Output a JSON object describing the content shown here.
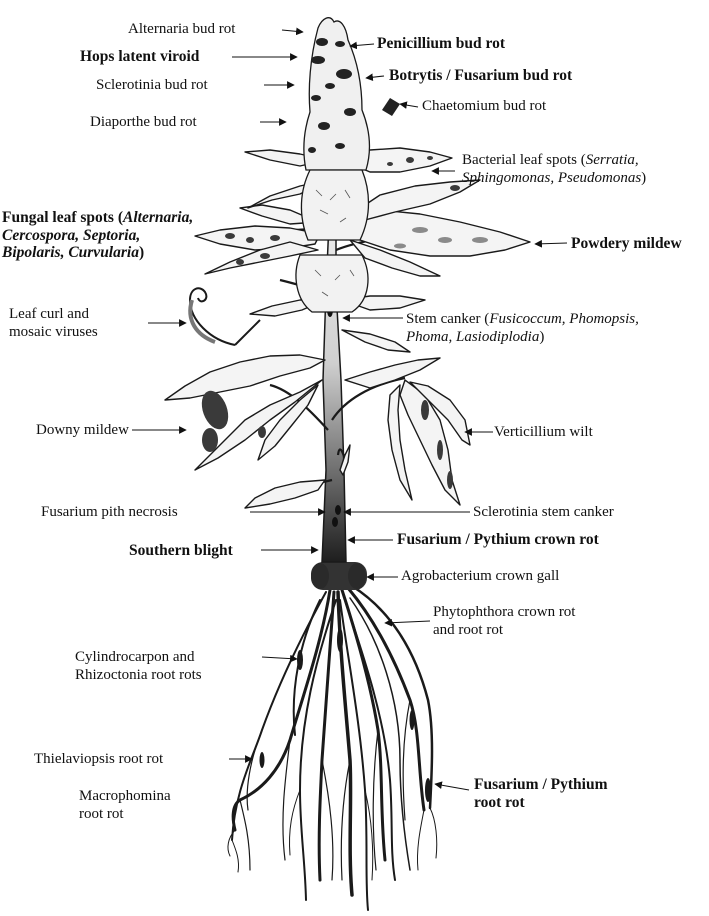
{
  "diagram": {
    "subject": "cannabis plant disease locations",
    "labels": [
      {
        "id": "alternaria-bud-rot",
        "lines": [
          "Alternaria bud rot"
        ],
        "bold": false
      },
      {
        "id": "hops-latent-viroid",
        "lines": [
          "Hops latent viroid"
        ],
        "bold": true
      },
      {
        "id": "sclerotinia-bud-rot",
        "lines": [
          "Sclerotinia bud rot"
        ],
        "bold": false
      },
      {
        "id": "diaporthe-bud-rot",
        "lines": [
          "Diaporthe bud rot"
        ],
        "bold": false
      },
      {
        "id": "penicillium-bud-rot",
        "lines": [
          "Penicillium bud rot"
        ],
        "bold": true
      },
      {
        "id": "botrytis-fusarium-bud-rot",
        "lines": [
          "Botrytis / Fusarium bud rot"
        ],
        "bold": true
      },
      {
        "id": "chaetomium-bud-rot",
        "lines": [
          "Chaetomium bud rot"
        ],
        "bold": false
      },
      {
        "id": "bacterial-leaf-spots",
        "lines": [
          "Bacterial leaf spots (",
          "Serratia,",
          ")",
          "Sphingomonas, Pseudomonas",
          ")"
        ],
        "bold": false
      },
      {
        "id": "fungal-leaf-spots",
        "lines": [
          "Fungal leaf spots (",
          "Alternaria,",
          "Cercospora, Septoria,",
          "Bipolaris, Curvularia",
          ")"
        ],
        "bold": true
      },
      {
        "id": "powdery-mildew",
        "lines": [
          "Powdery mildew"
        ],
        "bold": true
      },
      {
        "id": "leaf-curl-mosaic",
        "lines": [
          "Leaf curl and",
          "mosaic viruses"
        ],
        "bold": false
      },
      {
        "id": "stem-canker",
        "lines": [
          "Stem canker (",
          "Fusicoccum, Phomopsis,",
          "Phoma, Lasiodiplodia",
          ")"
        ],
        "bold": false
      },
      {
        "id": "downy-mildew",
        "lines": [
          "Downy mildew"
        ],
        "bold": false
      },
      {
        "id": "verticillium-wilt",
        "lines": [
          "Verticillium wilt"
        ],
        "bold": false
      },
      {
        "id": "fusarium-pith-necrosis",
        "lines": [
          "Fusarium pith necrosis"
        ],
        "bold": false
      },
      {
        "id": "sclerotinia-stem-canker",
        "lines": [
          "Sclerotinia stem canker"
        ],
        "bold": false
      },
      {
        "id": "southern-blight",
        "lines": [
          "Southern blight"
        ],
        "bold": true
      },
      {
        "id": "fusarium-pythium-crown-rot",
        "lines": [
          "Fusarium / Pythium crown rot"
        ],
        "bold": true
      },
      {
        "id": "agrobacterium-crown-gall",
        "lines": [
          "Agrobacterium crown gall"
        ],
        "bold": false
      },
      {
        "id": "phytophthora-crown-root-rot",
        "lines": [
          "Phytophthora crown rot",
          "and root rot"
        ],
        "bold": false
      },
      {
        "id": "cylindrocarpon-rhizoctonia",
        "lines": [
          "Cylindrocarpon and",
          "Rhizoctonia root rots"
        ],
        "bold": false
      },
      {
        "id": "thielaviopsis-root-rot",
        "lines": [
          "Thielaviopsis root rot"
        ],
        "bold": false
      },
      {
        "id": "macrophomina-root-rot",
        "lines": [
          "Macrophomina",
          "root rot"
        ],
        "bold": false
      },
      {
        "id": "fusarium-pythium-root-rot",
        "lines": [
          "Fusarium / Pythium",
          "root rot"
        ],
        "bold": true
      }
    ]
  },
  "colors": {
    "ink": "#111111",
    "stem": "#2a2a2a",
    "leaf_fill": "#f4f4f4",
    "lesion": "#3a3a3a",
    "gall": "#333333"
  }
}
